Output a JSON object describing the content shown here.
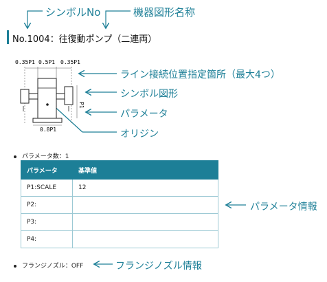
{
  "top": {
    "symbol_no_label": "シンボルNo",
    "equipment_name_label": "機器図形名称"
  },
  "header": {
    "title": "No.1004：往復動ポンプ（二連両）"
  },
  "diagram": {
    "dim_left": "0.35P1",
    "dim_mid": "0.5P1",
    "dim_right": "0.35P1",
    "dim_side": "P1",
    "dim_bottom": "0.8P1"
  },
  "annotations": {
    "line_connect": "ライン接続位置指定箇所（最大4つ）",
    "symbol_shape": "シンボル図形",
    "parameter": "パラメータ",
    "origin": "オリジン",
    "param_info": "パラメータ情報",
    "flange_info": "フランジノズル情報"
  },
  "param_count": "パラメータ数：1",
  "table": {
    "headers": [
      "パラメータ",
      "基準値"
    ],
    "rows": [
      [
        "P1:SCALE",
        "12"
      ],
      [
        "P2:",
        ""
      ],
      [
        "P3:",
        ""
      ],
      [
        "P4:",
        ""
      ]
    ]
  },
  "flange": "フランジノズル：OFF",
  "colors": {
    "accent": "#1d7f97"
  }
}
